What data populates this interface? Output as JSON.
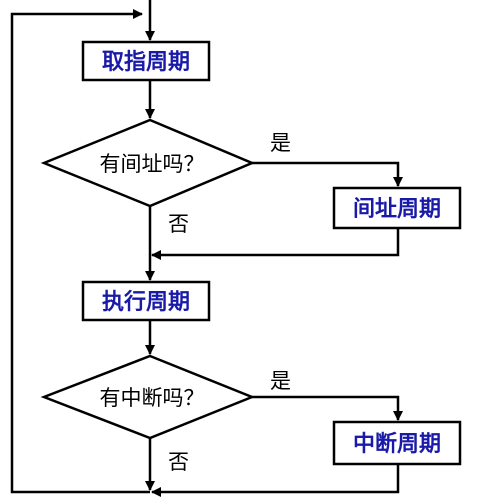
{
  "flowchart": {
    "fetch_box": "取指周期",
    "indirect_question": "有间址吗？",
    "indirect_yes": "是",
    "indirect_no": "否",
    "indirect_box": "间址周期",
    "execute_box": "执行周期",
    "interrupt_question": "有中断吗？",
    "interrupt_yes": "是",
    "interrupt_no": "否",
    "interrupt_box": "中断周期"
  }
}
